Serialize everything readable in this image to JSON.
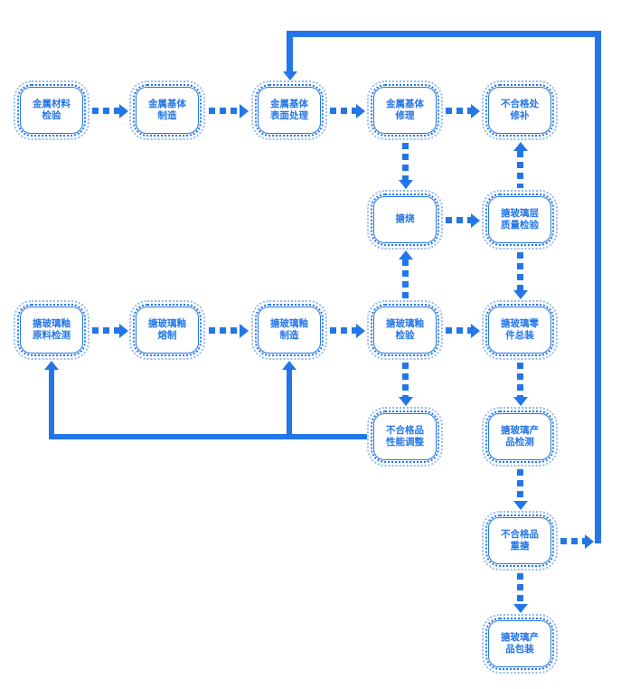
{
  "colors": {
    "accent": "#2376e8",
    "background": "#ffffff"
  },
  "flowchart": {
    "nodes": [
      {
        "name": "metal-material-inspection",
        "label": "金属材料\n检验"
      },
      {
        "name": "metal-base-manufacturing",
        "label": "金属基体\n制造"
      },
      {
        "name": "metal-base-surface-treatment",
        "label": "金属基体\n表面处理"
      },
      {
        "name": "metal-base-repair",
        "label": "金属基体\n修理"
      },
      {
        "name": "defect-spot-repair",
        "label": "不合格处\n修补"
      },
      {
        "name": "enamel-firing",
        "label": "搪烧"
      },
      {
        "name": "glass-lining-quality-inspection",
        "label": "搪玻璃层\n质量检验"
      },
      {
        "name": "glaze-raw-material-testing",
        "label": "搪玻璃釉\n原料检测"
      },
      {
        "name": "glaze-smelting",
        "label": "搪玻璃釉\n熔制"
      },
      {
        "name": "glaze-manufacturing",
        "label": "搪玻璃釉\n制造"
      },
      {
        "name": "glaze-inspection",
        "label": "搪玻璃釉\n检验"
      },
      {
        "name": "parts-assembly",
        "label": "搪玻璃零\n件总装"
      },
      {
        "name": "performance-adjustment",
        "label": "不合格品\n性能调整"
      },
      {
        "name": "product-testing",
        "label": "搪玻璃产\n品检测"
      },
      {
        "name": "re-enameling",
        "label": "不合格品\n重搪"
      },
      {
        "name": "product-packaging",
        "label": "搪玻璃产\n品包装"
      }
    ],
    "edges": [
      {
        "from": "metal-material-inspection",
        "to": "metal-base-manufacturing",
        "type": "dashed"
      },
      {
        "from": "metal-base-manufacturing",
        "to": "metal-base-surface-treatment",
        "type": "dashed"
      },
      {
        "from": "metal-base-surface-treatment",
        "to": "metal-base-repair",
        "type": "dashed"
      },
      {
        "from": "metal-base-repair",
        "to": "defect-spot-repair",
        "type": "dashed"
      },
      {
        "from": "metal-base-repair",
        "to": "enamel-firing",
        "type": "dashed"
      },
      {
        "from": "glass-lining-quality-inspection",
        "to": "defect-spot-repair",
        "type": "dashed"
      },
      {
        "from": "enamel-firing",
        "to": "glass-lining-quality-inspection",
        "type": "dashed"
      },
      {
        "from": "glass-lining-quality-inspection",
        "to": "parts-assembly",
        "type": "dashed"
      },
      {
        "from": "glaze-raw-material-testing",
        "to": "glaze-smelting",
        "type": "dashed"
      },
      {
        "from": "glaze-smelting",
        "to": "glaze-manufacturing",
        "type": "dashed"
      },
      {
        "from": "glaze-manufacturing",
        "to": "glaze-inspection",
        "type": "dashed"
      },
      {
        "from": "glaze-inspection",
        "to": "enamel-firing",
        "type": "dashed"
      },
      {
        "from": "glaze-inspection",
        "to": "parts-assembly",
        "type": "dashed"
      },
      {
        "from": "glaze-inspection",
        "to": "performance-adjustment",
        "type": "dashed"
      },
      {
        "from": "parts-assembly",
        "to": "product-testing",
        "type": "dashed"
      },
      {
        "from": "product-testing",
        "to": "re-enameling",
        "type": "dashed"
      },
      {
        "from": "re-enameling",
        "to": "product-packaging",
        "type": "dashed"
      },
      {
        "from": "re-enameling",
        "to": "metal-base-surface-treatment",
        "type": "solid"
      },
      {
        "from": "performance-adjustment",
        "to": "glaze-manufacturing",
        "type": "solid"
      },
      {
        "from": "performance-adjustment",
        "to": "glaze-raw-material-testing",
        "type": "solid"
      }
    ]
  }
}
